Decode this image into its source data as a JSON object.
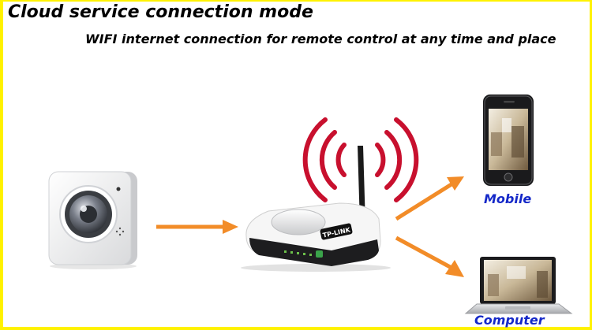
{
  "title": "Cloud service connection mode",
  "subtitle": "WIFI internet connection for remote control at any time and place",
  "devices": {
    "mobile_label": "Mobile",
    "computer_label": "Computer",
    "router_brand": "TP-LINK"
  },
  "icons": {
    "camera": "camera-icon",
    "router": "router-icon",
    "wifi": "wifi-signal-icon",
    "phone": "smartphone-icon",
    "laptop": "laptop-icon"
  },
  "colors": {
    "frame": "#fff200",
    "arrow": "#f28c28",
    "label": "#1428c8",
    "signal": "#c8102e"
  }
}
